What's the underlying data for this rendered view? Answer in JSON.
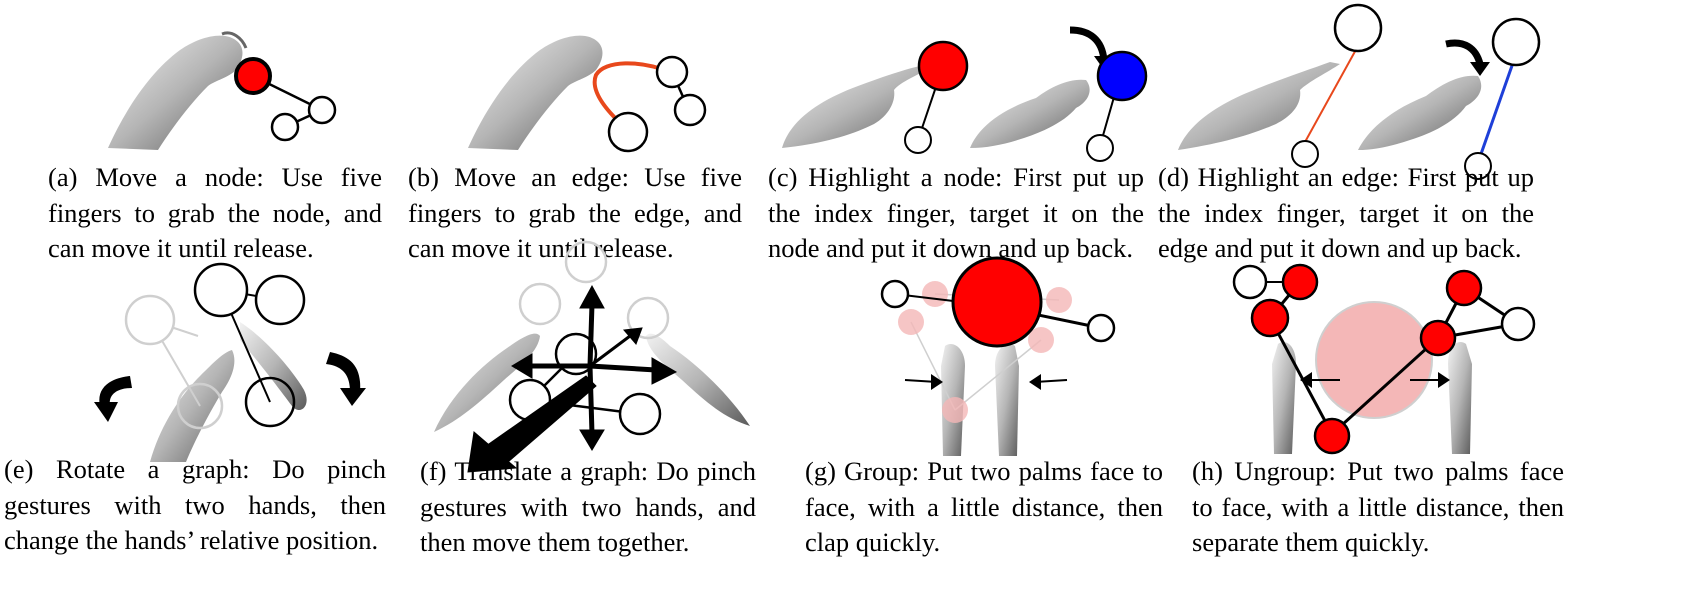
{
  "colors": {
    "node_red": "#ff0000",
    "node_blue": "#0000ff",
    "edge_orange": "#e8481c",
    "node_faded": "#cfcfcf",
    "group_pink": "#f4b7b7",
    "hand_gray": "#9a9a9a"
  },
  "panels": [
    {
      "id": "a",
      "icon": "hand-grab-icon",
      "caption": "(a) Move a node: Use five fingers to grab the node, and can move it until release."
    },
    {
      "id": "b",
      "icon": "hand-grab-icon",
      "caption": "(b) Move an edge: Use five fingers to grab the edge, and can move it until release."
    },
    {
      "id": "c",
      "icon": "pointing-hand-icon",
      "caption": "(c) Highlight a node: First put up the index finger, target it on the node and put it down and up back."
    },
    {
      "id": "d",
      "icon": "pointing-hand-icon",
      "caption": "(d) Highlight an edge: First put up the index finger, target it on the edge and put it down and up back."
    },
    {
      "id": "e",
      "icon": "rotate-arrow-icon",
      "caption": "(e) Rotate a graph: Do pinch gestures with two hands, then change the hands’ relative position."
    },
    {
      "id": "f",
      "icon": "move-arrows-icon",
      "caption": "(f) Translate a graph: Do pinch gestures with two hands, and then move them together."
    },
    {
      "id": "g",
      "icon": "palms-clap-icon",
      "caption": "(g) Group: Put two palms face to face, with a little distance, then clap quickly."
    },
    {
      "id": "h",
      "icon": "palms-separate-icon",
      "caption": "(h) Ungroup: Put two palms face to face, with a little distance, then separate them quickly."
    }
  ]
}
